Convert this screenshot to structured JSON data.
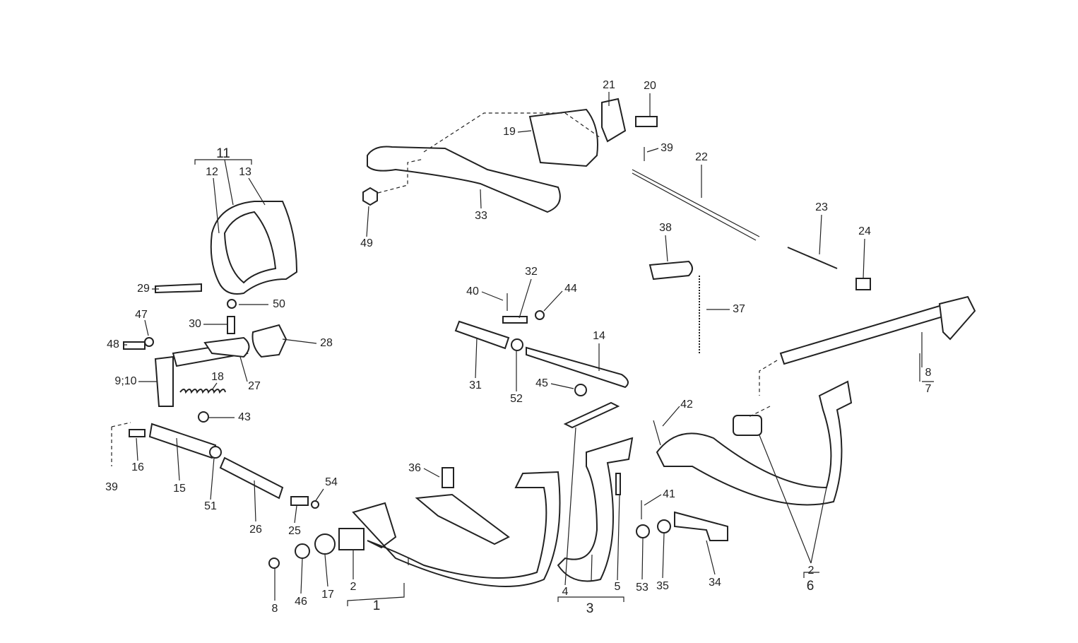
{
  "diagram": {
    "type": "exploded-parts-diagram",
    "callouts": [
      "11",
      "12",
      "13",
      "29",
      "50",
      "47",
      "30",
      "48",
      "28",
      "9;10",
      "27",
      "18",
      "43",
      "39",
      "16",
      "15",
      "51",
      "26",
      "54",
      "25",
      "8",
      "46",
      "17",
      "2",
      "1",
      "21",
      "20",
      "19",
      "39",
      "22",
      "33",
      "49",
      "23",
      "24",
      "38",
      "32",
      "40",
      "44",
      "37",
      "14",
      "31",
      "52",
      "45",
      "42",
      "36",
      "41",
      "4",
      "3",
      "5",
      "53",
      "35",
      "34",
      "2",
      "6",
      "8",
      "7"
    ]
  }
}
